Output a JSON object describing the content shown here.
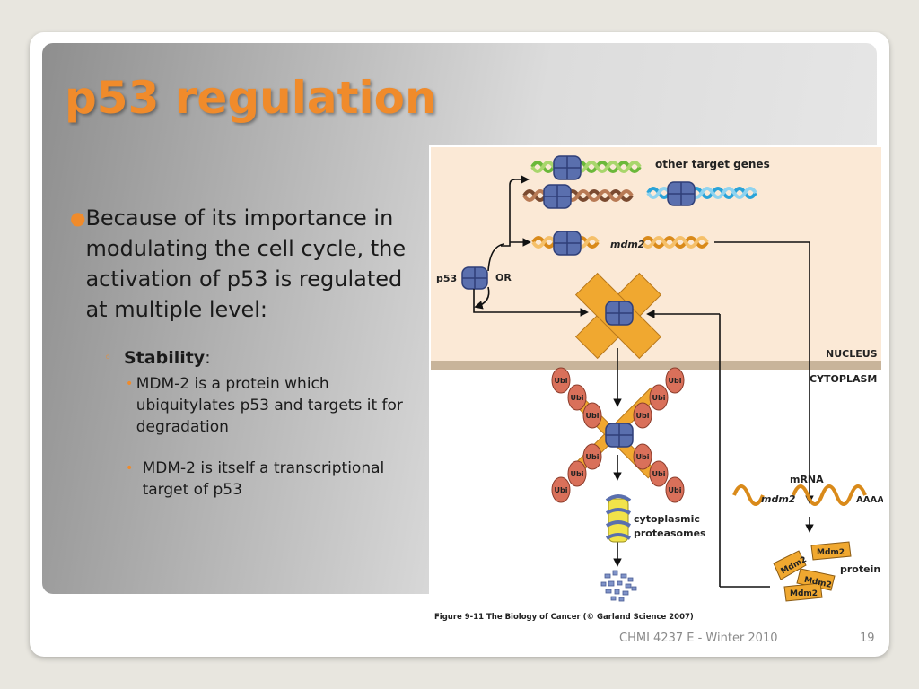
{
  "slide": {
    "title": "p53 regulation",
    "bullet1": "Because of its importance in modulating the cell cycle, the activation of p53 is regulated at multiple level:",
    "sub_label": "Stability",
    "sub_colon": ":",
    "subsub": [
      "MDM-2 is a protein which ubiquitylates p53 and targets it for degradation",
      "MDM-2 is itself a transcriptional target of p53"
    ],
    "footer_course": "CHMI 4237 E - Winter 2010",
    "page_number": "19"
  },
  "figure": {
    "other_target_genes": "other target genes",
    "mdm2_gene": "mdm2",
    "p53": "p53",
    "or": "OR",
    "nucleus": "NUCLEUS",
    "cytoplasm": "CYTOPLASM",
    "ubi": "Ubi",
    "mrna": "mRNA",
    "mrna_mdm2": "mdm2",
    "polya": "AAAA",
    "proteasome_1": "cytoplasmic",
    "proteasome_2": "proteasomes",
    "mdm2_protein": "Mdm2",
    "protein": "protein",
    "caption": "Figure 9-11 The Biology of Cancer (© Garland Science 2007)"
  },
  "colors": {
    "title": "#f08b2b",
    "nucleus_bg": "#fbe9d6",
    "membrane": "#c8b49a",
    "p53_blue": "#5a6fae",
    "mdm2_orange": "#f0a830",
    "ubi_red": "#d9705a"
  }
}
